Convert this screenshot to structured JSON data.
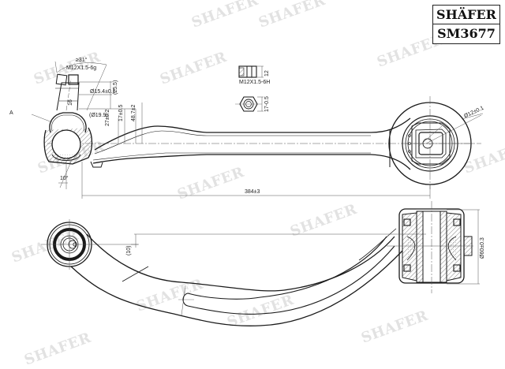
{
  "brand": {
    "name": "SHÄFER",
    "part_number": "SM3677"
  },
  "watermark_text": "SHAFER",
  "dimensions": {
    "angle": "≥31°",
    "thread_stud": "M12X1.5-6g",
    "stud_diameter": "Ø15.4±0.1",
    "stud_length": "(25.5)",
    "boot_diameter": "(Ø19.9)",
    "height_27": "27±0.2",
    "height_17": "17±0.5",
    "height_48": "48.7±2",
    "dim_16": "16",
    "marker_a": "A",
    "nut_thread": "M12X1.5-6H",
    "nut_height": "12",
    "nut_width": "17-0.5",
    "bush_diameter": "Ø12±0.1",
    "tilt_angle": "10°",
    "length": "384±3",
    "offset": "(10)",
    "bush_outer": "Ø60±0.3"
  },
  "colors": {
    "line": "#1a1a1a",
    "dim_line": "#555555",
    "watermark": "#e2e2e2",
    "hatch": "#777777"
  }
}
